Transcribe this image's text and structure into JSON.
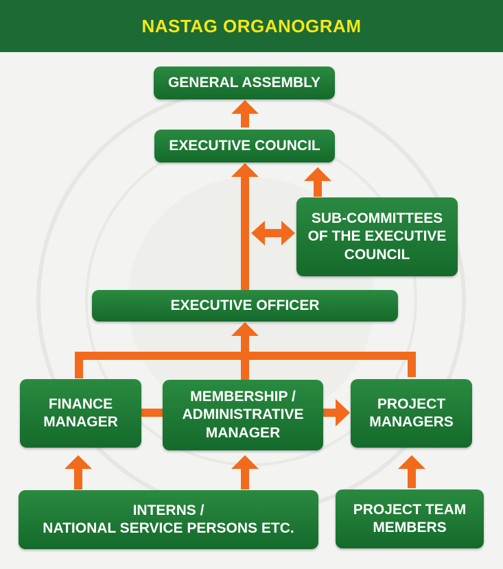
{
  "header": {
    "title": "NASTAG ORGANOGRAM"
  },
  "colors": {
    "green": "#1c6b34",
    "title_yellow": "#f6e71a",
    "arrow_orange": "#f26b1d"
  },
  "nodes": {
    "general_assembly": [
      "GENERAL ASSEMBLY"
    ],
    "executive_council": [
      "EXECUTIVE COUNCIL"
    ],
    "sub_committees": [
      "SUB-COMMITTEES",
      "OF THE EXECUTIVE",
      "COUNCIL"
    ],
    "executive_officer": [
      "EXECUTIVE OFFICER"
    ],
    "finance_manager": [
      "FINANCE",
      "MANAGER"
    ],
    "membership_admin_manager": [
      "MEMBERSHIP /",
      "ADMINISTRATIVE",
      "MANAGER"
    ],
    "project_managers": [
      "PROJECT",
      "MANAGERS"
    ],
    "interns": [
      "INTERNS /",
      "NATIONAL SERVICE PERSONS ETC."
    ],
    "project_team_members": [
      "PROJECT TEAM",
      "MEMBERS"
    ]
  }
}
